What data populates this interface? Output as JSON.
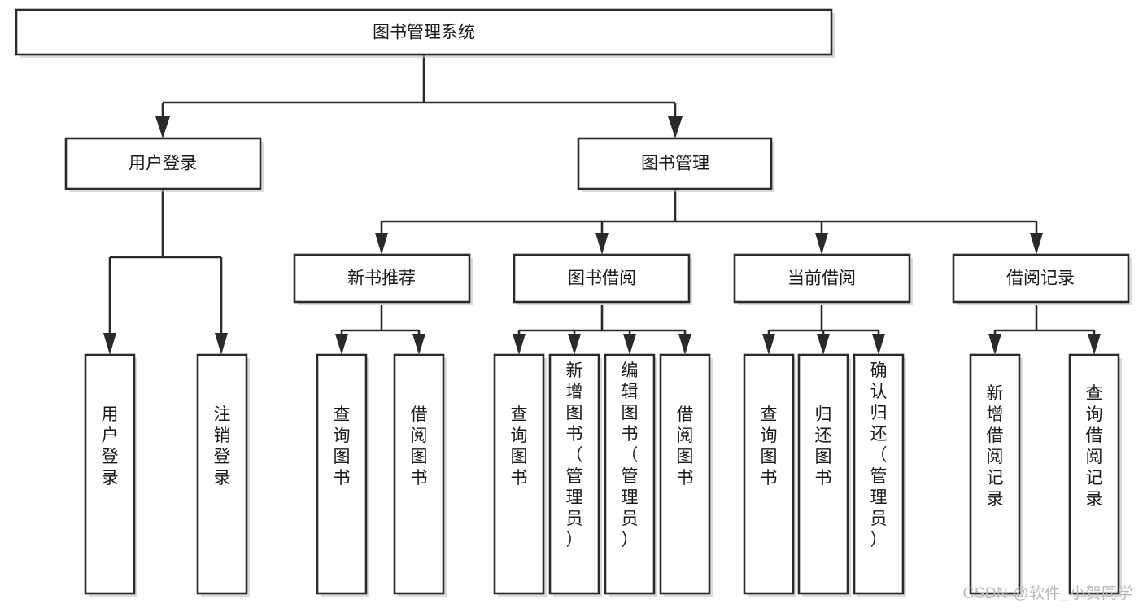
{
  "diagram": {
    "title": "图书管理系统",
    "watermark": "CSDN @软件_小贺同学",
    "accent_color": "#2a2a2a",
    "box_fill": "#ffffff",
    "nodes": {
      "root": {
        "label": "图书管理系统"
      },
      "level2": [
        {
          "id": "user-login",
          "label": "用户登录"
        },
        {
          "id": "book-manage",
          "label": "图书管理"
        }
      ],
      "level3": [
        {
          "id": "new-book-rec",
          "label": "新书推荐"
        },
        {
          "id": "book-borrow",
          "label": "图书借阅"
        },
        {
          "id": "current-borrow",
          "label": "当前借阅"
        },
        {
          "id": "borrow-record",
          "label": "借阅记录"
        }
      ],
      "leaves": {
        "user-login": [
          {
            "id": "leaf-user-login",
            "label": "用户登录"
          },
          {
            "id": "leaf-logout-login",
            "label": "注销登录"
          }
        ],
        "new-book-rec": [
          {
            "id": "leaf-query-book-1",
            "label": "查询图书"
          },
          {
            "id": "leaf-borrow-book-1",
            "label": "借阅图书"
          }
        ],
        "book-borrow": [
          {
            "id": "leaf-query-book-2",
            "label": "查询图书"
          },
          {
            "id": "leaf-add-book",
            "label": "新增图书（管理员）"
          },
          {
            "id": "leaf-edit-book",
            "label": "编辑图书（管理员）"
          },
          {
            "id": "leaf-borrow-book-2",
            "label": "借阅图书"
          }
        ],
        "current-borrow": [
          {
            "id": "leaf-query-book-3",
            "label": "查询图书"
          },
          {
            "id": "leaf-return-book",
            "label": "归还图书"
          },
          {
            "id": "leaf-confirm-return",
            "label": "确认归还（管理员）"
          }
        ],
        "borrow-record": [
          {
            "id": "leaf-add-record",
            "label": "新增借阅记录"
          },
          {
            "id": "leaf-query-record",
            "label": "查询借阅记录"
          }
        ]
      }
    }
  }
}
